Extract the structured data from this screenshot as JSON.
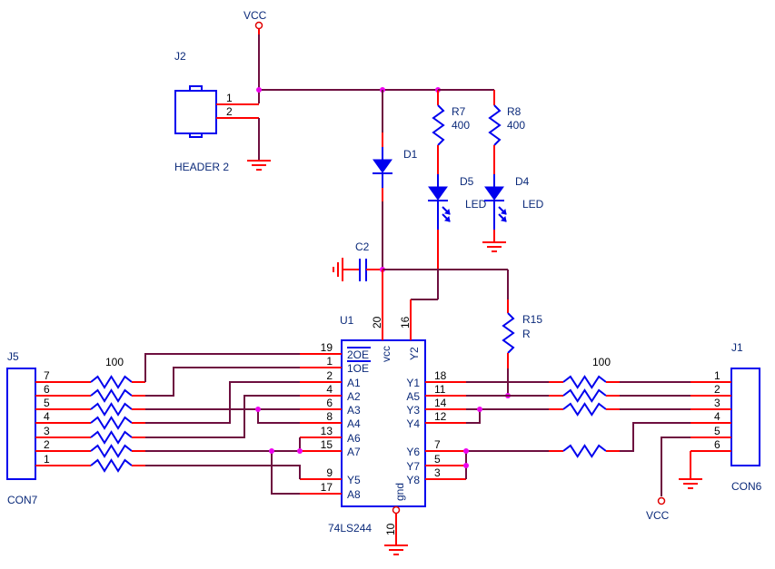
{
  "colors": {
    "wire": "#6e0f3f",
    "pin": "#ff0000",
    "component": "#0000ee",
    "junction": "#ee00ee",
    "label": "#0b2a7a"
  },
  "power": {
    "vcc_label": "VCC"
  },
  "j2": {
    "ref": "J2",
    "value": "HEADER 2",
    "pins": [
      "1",
      "2"
    ]
  },
  "d1": {
    "ref": "D1"
  },
  "r7": {
    "ref": "R7",
    "value": "400"
  },
  "r8": {
    "ref": "R8",
    "value": "400"
  },
  "d5": {
    "ref": "D5",
    "value": "LED"
  },
  "d4": {
    "ref": "D4",
    "value": "LED"
  },
  "c2": {
    "ref": "C2"
  },
  "r15": {
    "ref": "R15",
    "value": "R"
  },
  "u1": {
    "ref": "U1",
    "value": "74LS244",
    "top_pins": [
      {
        "num": "20",
        "name": "vcc"
      },
      {
        "num": "16",
        "name": "Y2"
      }
    ],
    "bottom_pin": {
      "num": "10",
      "name": "gnd"
    },
    "left_pins": [
      {
        "num": "19",
        "name": "2OE"
      },
      {
        "num": "1",
        "name": "1OE"
      },
      {
        "num": "2",
        "name": "A1"
      },
      {
        "num": "4",
        "name": "A2"
      },
      {
        "num": "6",
        "name": "A3"
      },
      {
        "num": "8",
        "name": "A4"
      },
      {
        "num": "13",
        "name": "A6"
      },
      {
        "num": "15",
        "name": "A7"
      },
      {
        "num": "9",
        "name": "Y5"
      },
      {
        "num": "17",
        "name": "A8"
      }
    ],
    "right_pins": [
      {
        "num": "18",
        "name": "Y1"
      },
      {
        "num": "11",
        "name": "A5"
      },
      {
        "num": "14",
        "name": "Y3"
      },
      {
        "num": "12",
        "name": "Y4"
      },
      {
        "num": "7",
        "name": "Y6"
      },
      {
        "num": "5",
        "name": "Y7"
      },
      {
        "num": "3",
        "name": "Y8"
      }
    ]
  },
  "j5": {
    "ref": "J5",
    "value": "CON7",
    "pins": [
      "7",
      "6",
      "5",
      "4",
      "3",
      "2",
      "1"
    ],
    "resistor_value": "100"
  },
  "j1": {
    "ref": "J1",
    "value": "CON6",
    "pins": [
      "1",
      "2",
      "3",
      "4",
      "5",
      "6"
    ],
    "resistor_value": "100"
  }
}
